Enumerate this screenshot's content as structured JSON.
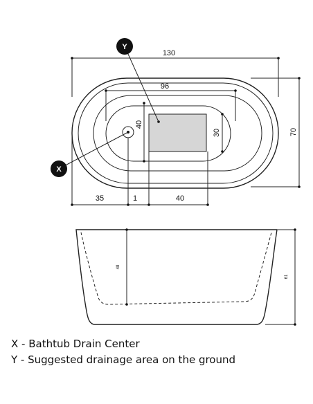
{
  "top_view": {
    "dim_total_length": "130",
    "dim_inner_length": "96",
    "dim_width": "70",
    "dim_area_height": "40",
    "dim_area_width_side": "30",
    "dim_offset_35": "35",
    "dim_offset_1": "1",
    "dim_offset_40": "40"
  },
  "side_view": {
    "dim_inner_depth": "48",
    "dim_outer_height": "61"
  },
  "markers": {
    "x": "X",
    "y": "Y"
  },
  "legend": {
    "x_text": "X - Bathtub Drain Center",
    "y_text": "Y - Suggested drainage area on the ground"
  }
}
